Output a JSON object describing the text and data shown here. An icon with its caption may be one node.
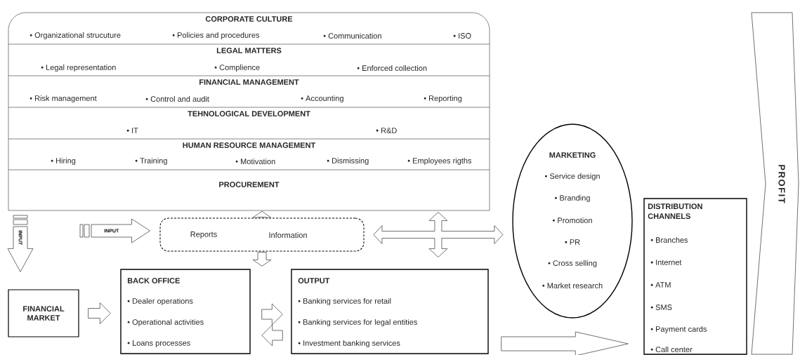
{
  "diagram": {
    "nodes": [
      {
        "text": [],
        "shape": "box"
      },
      {
        "text": [
          "CORPORATE CULTURE",
          "• Organizational strucuture",
          "• Policies and procedures",
          "• Communication",
          "• ISO"
        ],
        "in": 0
      },
      {
        "text": [
          "LEGAL MATTERS",
          "• Legal representation",
          "• Complience",
          "• Enforced collection"
        ],
        "in": 0
      },
      {
        "text": [
          "FINANCIAL MANAGEMENT",
          "• Risk management",
          "• Control and audit",
          "• Accounting",
          "• Reporting"
        ],
        "in": 0
      },
      {
        "text": [
          "TEHNOLOGICAL DEVELOPMENT",
          "• IT",
          "• R&D"
        ],
        "in": 0
      },
      {
        "text": [
          "HUMAN RESOURCE MANAGEMENT",
          "• Hiring",
          "• Training",
          "• Motivation",
          "• Dismissing",
          "• Employees rigths"
        ],
        "in": 0
      },
      {
        "text": [
          "PROCUREMENT"
        ],
        "in": 0
      },
      {
        "text": [
          "Reports",
          "Information"
        ]
      },
      {
        "text": [
          "FINANCIAL MARKET"
        ]
      },
      {
        "text": [
          "BACK OFFICE",
          "• Dealer operations",
          "• Operational activities",
          "• Loans processes"
        ]
      },
      {
        "text": [
          "OUTPUT",
          "• Banking services for retail",
          "• Banking services for legal entities",
          "• Investment banking services"
        ]
      },
      {
        "text": [
          "MARKETING",
          "• Service design",
          "• Branding",
          "• Promotion",
          "• PR",
          "• Cross selling",
          "• Market research"
        ]
      },
      {
        "text": [
          "DISTRIBUTION CHANNELS",
          "• Branches",
          "• Internet",
          "• ATM",
          "• SMS",
          "• Payment cards",
          "• Call center"
        ]
      },
      {
        "text": [
          "PROFIT"
        ]
      }
    ],
    "edges": [
      {
        "from": 7,
        "to": 6,
        "arrow": "to"
      },
      {
        "from": 7,
        "to": 9,
        "arrow": "to"
      },
      {
        "from": 8,
        "to": 9,
        "arrow": "to"
      },
      {
        "from": 9,
        "to": 10,
        "arrow": "to"
      },
      {
        "from": 10,
        "to": 9,
        "arrow": "to"
      },
      {
        "from": 7,
        "to": 11,
        "arrow": "both"
      },
      {
        "from": 10,
        "to": 12,
        "arrow": "to"
      },
      {
        "from": null,
        "to": 8,
        "arrow": "to",
        "label": "INPUT"
      },
      {
        "from": null,
        "to": 7,
        "arrow": "to",
        "label": "INPUT"
      }
    ]
  }
}
